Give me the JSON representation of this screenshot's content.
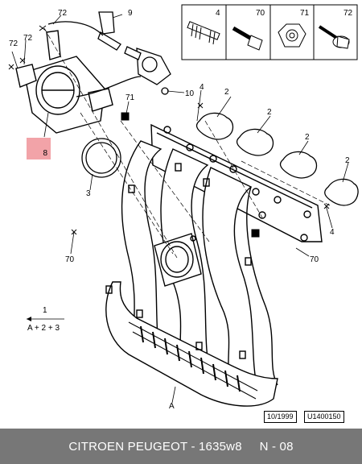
{
  "legend": {
    "items": [
      {
        "ref": "4",
        "icon": "stud-icon"
      },
      {
        "ref": "70",
        "icon": "screw-icon"
      },
      {
        "ref": "71",
        "icon": "hex-nut-icon"
      },
      {
        "ref": "72",
        "icon": "flange-screw-icon"
      }
    ]
  },
  "callouts": {
    "c72_top": "72",
    "c9": "9",
    "c72_left_a": "72",
    "c72_left_b": "72",
    "c10": "10",
    "c71": "71",
    "c4_top": "4",
    "c2_a": "2",
    "c2_b": "2",
    "c2_c": "2",
    "c2_d": "2",
    "c8": "8",
    "c3": "3",
    "c4_right": "4",
    "c70_left": "70",
    "c70_right": "70",
    "cA": "A"
  },
  "formula": {
    "numerator": "1",
    "denominator": "A + 2 + 3"
  },
  "stamps": {
    "date": "10/1999",
    "code": "U1400150"
  },
  "highlight_color": "#f2a3a8",
  "footer": {
    "text": "CITROEN PEUGEOT - 1635w8     N - 08",
    "background": "#777777"
  }
}
